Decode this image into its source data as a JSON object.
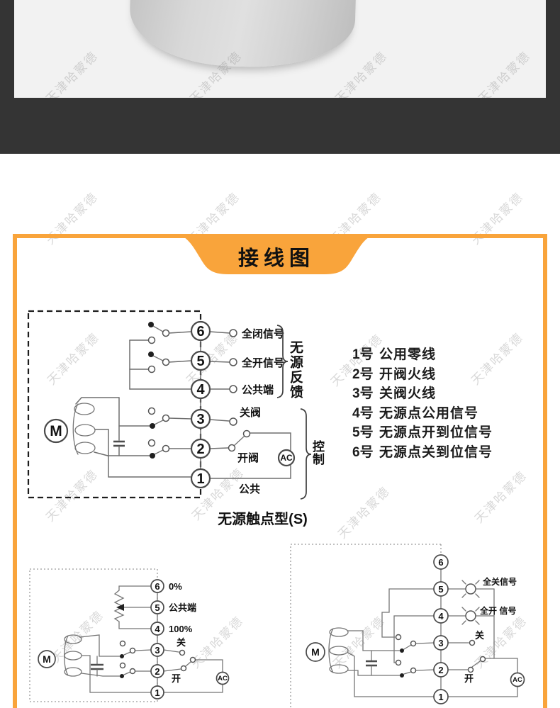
{
  "colors": {
    "accent": "#F9A43B",
    "dark_band": "#343434",
    "photo_bg": "#F2F2F2",
    "line": "#6E6E6E",
    "ink": "#111111"
  },
  "watermark": {
    "text": "天津哈蒙德"
  },
  "banner": {
    "title": "接线图"
  },
  "main_diagram": {
    "caption": "无源触点型(S)",
    "motor_label": "M",
    "ac_label": "AC",
    "terminals": [
      "6",
      "5",
      "4",
      "3",
      "2",
      "1"
    ],
    "labels": {
      "t6": "全闭信号",
      "t5": "全开信号",
      "t4": "公共端",
      "t3": "关阀",
      "t2": "开阀",
      "t1": "公共"
    },
    "group_feedback": "无源反馈",
    "group_control": "控制"
  },
  "terminal_list": {
    "rows": [
      {
        "num": "1号",
        "desc": "公用零线"
      },
      {
        "num": "2号",
        "desc": "开阀火线"
      },
      {
        "num": "3号",
        "desc": "关阀火线"
      },
      {
        "num": "4号",
        "desc": "无源点公用信号"
      },
      {
        "num": "5号",
        "desc": "无源点开到位信号"
      },
      {
        "num": "6号",
        "desc": "无源点关到位信号"
      }
    ]
  },
  "diagram_left": {
    "terminals": [
      "6",
      "5",
      "4",
      "3",
      "2",
      "1"
    ],
    "labels": {
      "p0": "0%",
      "pcommon": "公共端",
      "p100": "100%",
      "close": "关",
      "open": "开"
    },
    "motor_label": "M",
    "ac_label": "AC"
  },
  "diagram_right": {
    "terminals": [
      "6",
      "5",
      "4",
      "3",
      "2",
      "1"
    ],
    "labels": {
      "lamp_close": "全关信号",
      "lamp_open": "全开 信号",
      "close": "关",
      "open": "开"
    },
    "motor_label": "M",
    "ac_label": "AC"
  }
}
